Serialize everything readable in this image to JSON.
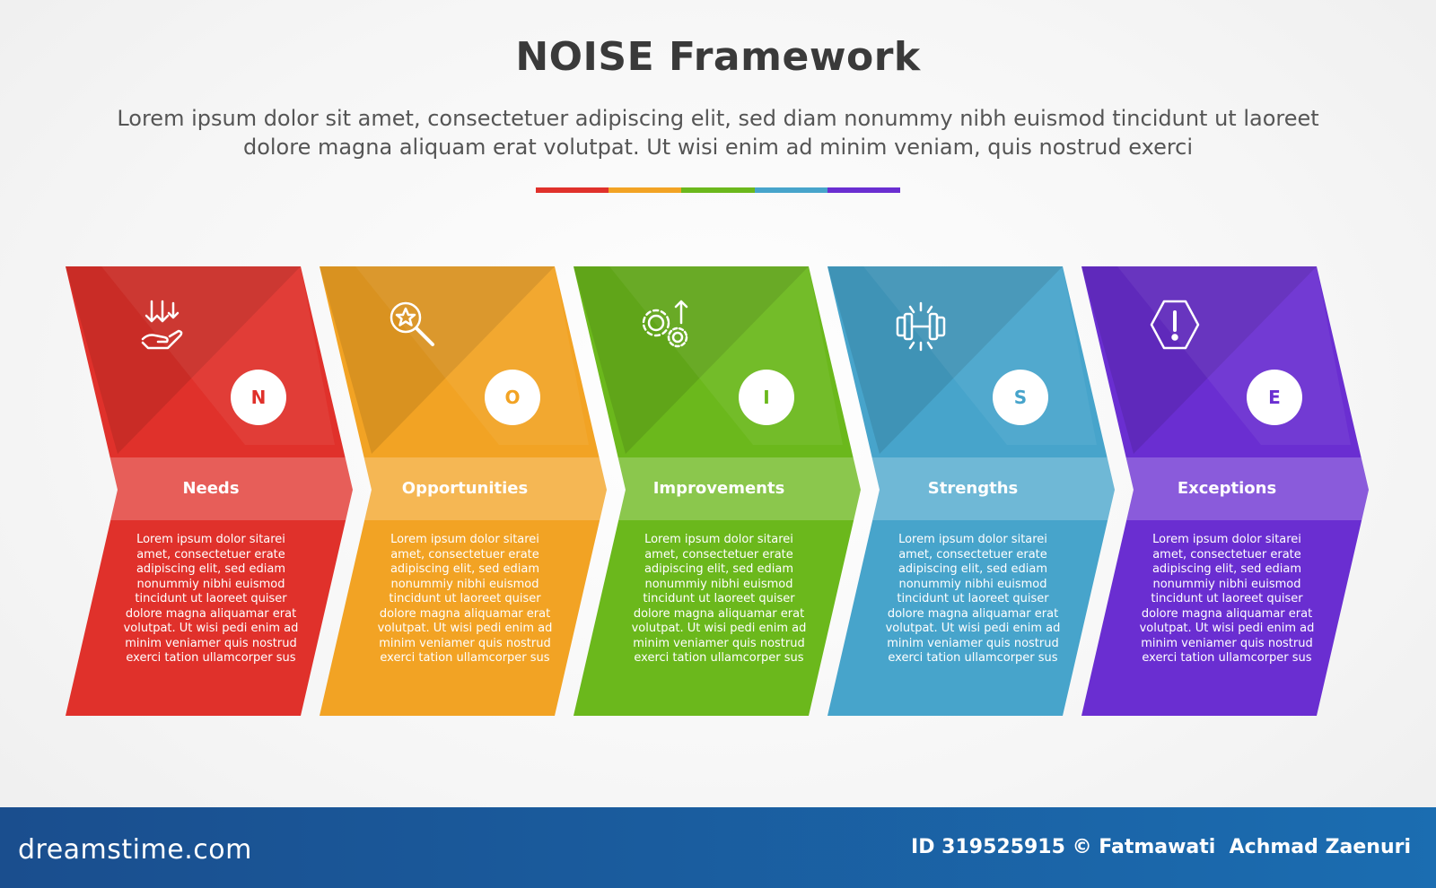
{
  "header": {
    "title": "NOISE Framework",
    "description": "Lorem ipsum dolor sit amet, consectetuer adipiscing elit, sed diam nonummy nibh euismod tincidunt ut laoreet dolore magna aliquam erat volutpat. Ut wisi enim ad minim veniam, quis nostrud exerci"
  },
  "stages": [
    {
      "letter": "N",
      "name": "Needs",
      "icon": "hand-arrows-down-icon",
      "color": "#e0312b",
      "text": "Lorem ipsum dolor sitarei amet, consectetuer erate adipiscing elit, sed ediam nonummiy nibhi euismod tincidunt ut laoreet quiser dolore magna aliquamar erat volutpat. Ut wisi pedi enim ad minim veniamer quis nostrud exerci tation ullamcorper sus"
    },
    {
      "letter": "O",
      "name": "Opportunities",
      "icon": "magnifier-star-icon",
      "color": "#f2a324",
      "text": "Lorem ipsum dolor sitarei amet, consectetuer erate adipiscing elit, sed ediam nonummiy nibhi euismod tincidunt ut laoreet quiser dolore magna aliquamar erat volutpat. Ut wisi pedi enim ad minim veniamer quis nostrud exerci tation ullamcorper sus"
    },
    {
      "letter": "I",
      "name": "Improvements",
      "icon": "gears-arrow-up-icon",
      "color": "#6bb81c",
      "text": "Lorem ipsum dolor sitarei amet, consectetuer erate adipiscing elit, sed ediam nonummiy nibhi euismod tincidunt ut laoreet quiser dolore magna aliquamar erat volutpat. Ut wisi pedi enim ad minim veniamer quis nostrud exerci tation ullamcorper sus"
    },
    {
      "letter": "S",
      "name": "Strengths",
      "icon": "dumbbell-icon",
      "color": "#47a4cb",
      "text": "Lorem ipsum dolor sitarei amet, consectetuer erate adipiscing elit, sed ediam nonummiy nibhi euismod tincidunt ut laoreet quiser dolore magna aliquamar erat volutpat. Ut wisi pedi enim ad minim veniamer quis nostrud exerci tation ullamcorper sus"
    },
    {
      "letter": "E",
      "name": "Exceptions",
      "icon": "hexagon-exclamation-icon",
      "color": "#6a2ed1",
      "text": "Lorem ipsum dolor sitarei amet, consectetuer erate adipiscing elit, sed ediam nonummiy nibhi euismod tincidunt ut laoreet quiser dolore magna aliquamar erat volutpat. Ut wisi pedi enim ad minim veniamer quis nostrud exerci tation ullamcorper sus"
    }
  ],
  "divider_colors": [
    "#e0312b",
    "#f2a324",
    "#6bb81c",
    "#47a4cb",
    "#6a2ed1"
  ],
  "footer": {
    "logo": "dreamstime.com",
    "credit": "ID 319525915 © Fatmawati  Achmad Zaenuri",
    "background": "#1a5ea3"
  }
}
